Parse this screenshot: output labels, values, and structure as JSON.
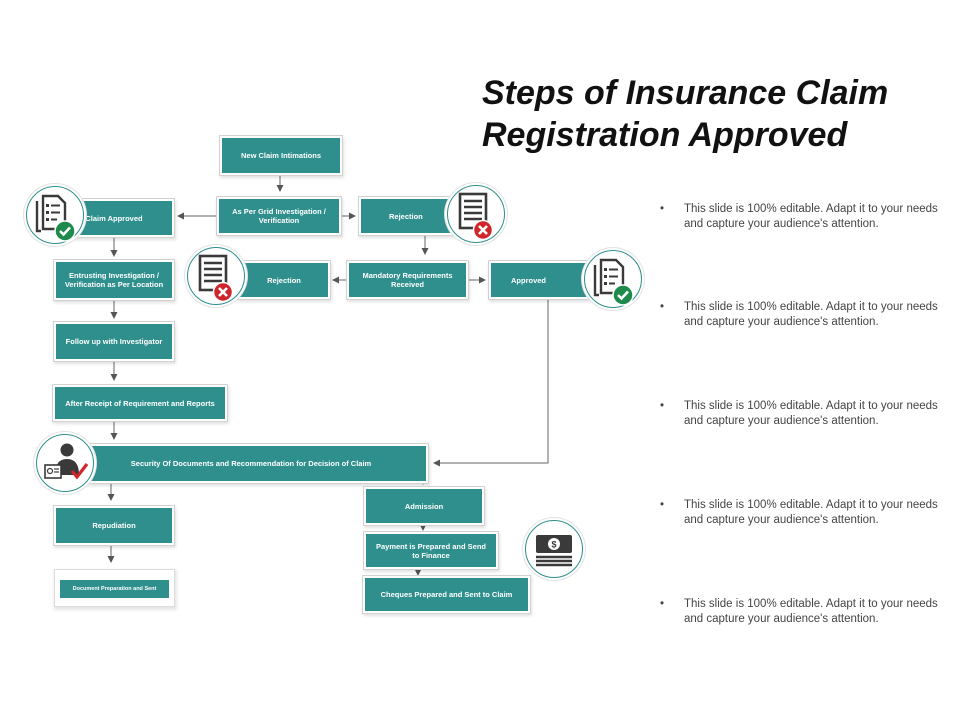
{
  "title": "Steps of Insurance Claim Registration Approved",
  "bullet_text": [
    "This slide is 100% editable. Adapt it to your needs and capture your audience's attention.",
    "This slide is 100% editable. Adapt it to your needs and capture your audience's attention.",
    "This slide is 100% editable. Adapt it to your needs and capture your audience's attention.",
    "This slide is 100% editable. Adapt it to your needs and capture your audience's attention.",
    "This slide is 100% editable. Adapt it to your needs and capture your audience's attention."
  ],
  "bullet_marker": "•",
  "flow": {
    "new_claim": "New Claim Intimations",
    "grid_investigation": "As Per Grid Investigation / Verification",
    "rejection_top": "Rejection",
    "claim_approved": "Claim Approved",
    "entrusting": "Entrusting Investigation / Verification as Per Location",
    "rejection_mid": "Rejection",
    "mandatory": "Mandatory Requirements Received",
    "approved": "Approved",
    "follow_up": "Follow up with Investigator",
    "after_receipt": "After Receipt of Requirement and Reports",
    "security": "Security Of Documents and Recommendation for Decision of Claim",
    "repudiation": "Repudiation",
    "document_prep": "Document Preparation and Sent",
    "admission": "Admission",
    "payment": "Payment is Prepared and Send to Finance",
    "cheques": "Cheques Prepared and Sent to Claim"
  },
  "icons": [
    "document-check-icon",
    "document-reject-icon",
    "document-reject-icon",
    "document-check-icon",
    "person-check-icon",
    "money-stack-icon"
  ],
  "colors": {
    "teal": "#2e8f8c",
    "green": "#1e8a4c",
    "red": "#d0262b",
    "dark": "#3a3a3a"
  }
}
